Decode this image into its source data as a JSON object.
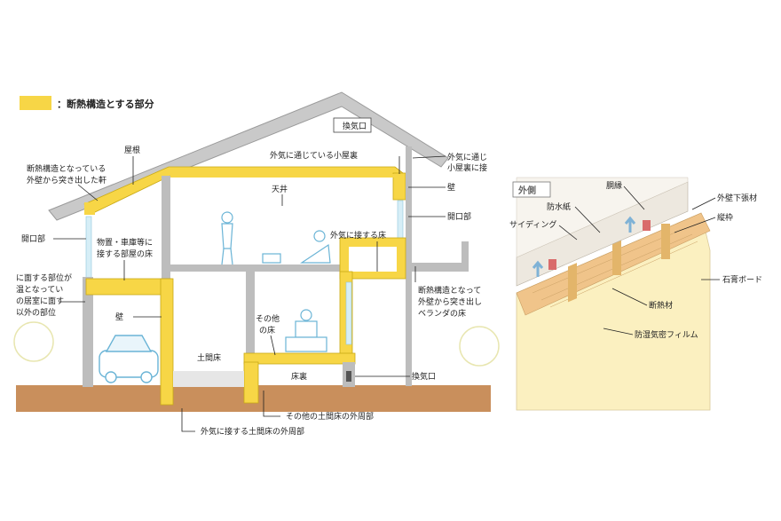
{
  "legend": {
    "text": "：断熱構造とする部分",
    "color": "#f7d646"
  },
  "colors": {
    "insulation": "#f7d646",
    "wall": "#bdbdbd",
    "ground": "#c98f5c",
    "siding": "#ede8df",
    "board": "#fbf0c0",
    "batt": "#f0c48a",
    "frame": "#e3b56a"
  },
  "labels": {
    "vent_top": "換気口",
    "roof": "屋根",
    "eave_1": "断熱構造となっている",
    "eave_2": "外壁から突き出した軒",
    "attic": "外気に通じている小屋裏",
    "attic_r1": "外気に通じ",
    "attic_r2": "小屋裏に接",
    "wall_r": "壁",
    "ceiling": "天井",
    "opening_r": "開口部",
    "opening_l": "開口部",
    "floor_ext": "外気に接する床",
    "garage_1": "物置・車庫等に",
    "garage_2": "接する部屋の床",
    "left_1": "に面する部位が",
    "left_2": "温となってい",
    "left_3": "の居室に面す",
    "left_4": "以外の部位",
    "wall_garage": "壁",
    "other_floor_1": "その他",
    "other_floor_2": "の床",
    "veranda_1": "断熱構造となって",
    "veranda_2": "外壁から突き出し",
    "veranda_3": "ベランダの床",
    "doma": "土間床",
    "underfloor": "床裏",
    "vent_bottom": "換気口",
    "other_doma": "その他の土間床の外周部",
    "ext_doma": "外気に接する土間床の外周部",
    "outside": "外側",
    "furring": "胴縁",
    "ext_underlay": "外壁下張材",
    "waterproof": "防水紙",
    "stud": "縦枠",
    "siding": "サイディング",
    "gypsum": "石膏ボード",
    "insulation": "断熱材",
    "vapor": "防湿気密フィルム"
  }
}
